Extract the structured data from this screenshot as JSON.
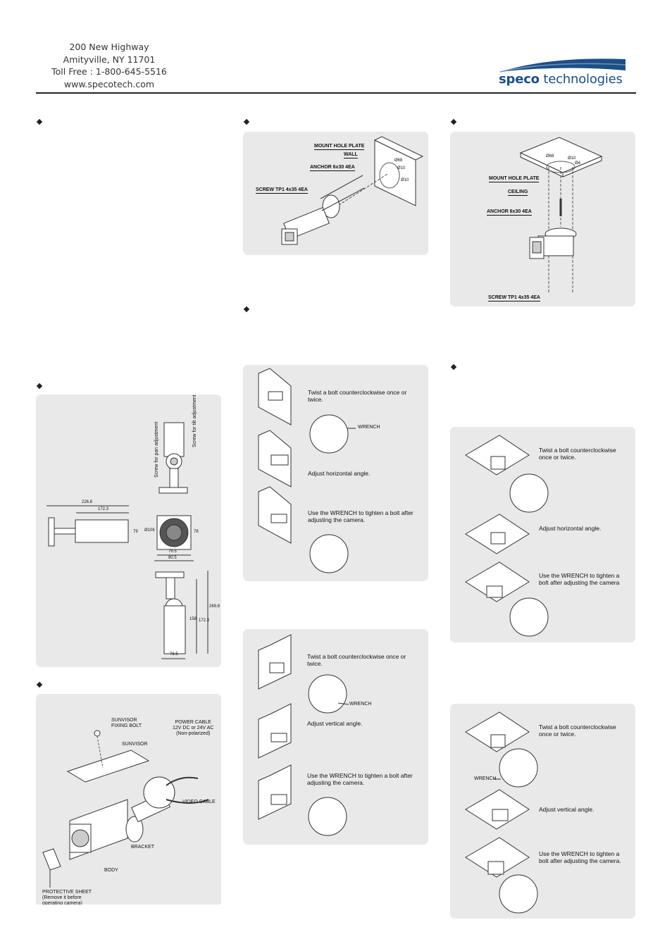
{
  "header": {
    "address_line1": "200 New Highway",
    "address_line2": "Amityville, NY 11701",
    "phone": "Toll Free : 1-800-645-5516",
    "website": "www.specotech.com",
    "logo_bold": "speco",
    "logo_light": " technologies"
  },
  "wall_mount": {
    "mount_hole_plate": "MOUNT HOLE PLATE",
    "wall": "WALL",
    "anchor": "ANCHOR 6x30 4EA",
    "screw": "SCREW TP1 4x35 4EA",
    "dim1": "Ø68",
    "dim2": "Ø10",
    "dim3": "Ø10"
  },
  "ceiling_mount": {
    "mount_hole_plate": "MOUNT HOLE PLATE",
    "ceiling": "CEILING",
    "anchor": "ANCHOR 6x30 4EA",
    "screw": "SCREW TP1 4x35 4EA",
    "dim1": "Ø68",
    "dim2": "Ø10",
    "dim3": "Ø4"
  },
  "dimensions": {
    "pan_screw": "Screw for pan adjustment",
    "tilt_screw": "Screw for tilt adjustment",
    "d226": "226.8",
    "d172": "172.3",
    "d79": "79",
    "d106": "Ø106",
    "d78": "78",
    "d765a": "76.5",
    "d805": "80.5",
    "d2698": "269.8",
    "d1723b": "172.3",
    "d158": "158",
    "d765b": "76.5"
  },
  "parts": {
    "sunvisor_bolt": "SUNVISOR\nFIXING BOLT",
    "sunvisor": "SUNVISOR",
    "power_cable": "POWER CABLE\n12V DC or 24V AC\n(Non-polarized)",
    "video_cable": "VIDEO CABLE",
    "bracket": "BRACKET",
    "body": "BODY",
    "protective_sheet": "PROTECTIVE SHEET\n(Remove it before\noperating camera)"
  },
  "wall_pan": {
    "step1": "Twist a bolt counterclockwise once or twice.",
    "wrench": "WRENCH",
    "step2": "Adjust horizontal angle.",
    "step3": "Use the WRENCH to tighten a bolt after adjusting the camera."
  },
  "wall_tilt": {
    "step1": "Twist a bolt counterclockwise once or twice.",
    "wrench": "WRENCH",
    "step2": "Adjust vertical angle.",
    "step3": "Use the WRENCH to tighten a bolt after adjusting the camera."
  },
  "ceiling_pan": {
    "step1": "Twist a bolt counterclockwise once or twice.",
    "step2": "Adjust horizontal angle.",
    "step3": "Use the WRENCH to tighten a bolt after adjusting the camera"
  },
  "ceiling_tilt": {
    "step1": "Twist a bolt counterclockwise once or twice.",
    "wrench": "WRENCH",
    "step2": "Adjust vertical angle.",
    "step3": "Use the WRENCH to tighten a bolt after adjusting the camera."
  },
  "colors": {
    "brand": "#1c4f86",
    "panel": "#e9e9e9"
  }
}
